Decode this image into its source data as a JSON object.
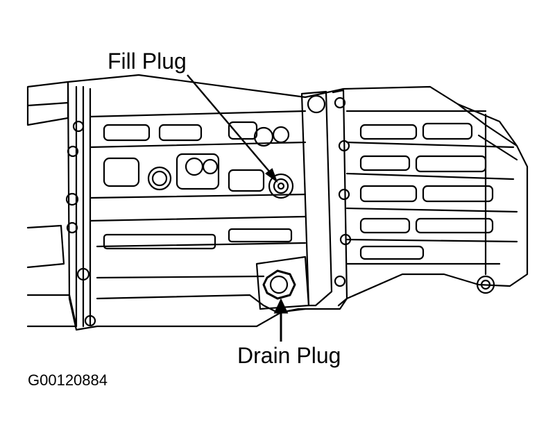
{
  "labels": {
    "fill_plug": "Fill Plug",
    "drain_plug": "Drain Plug"
  },
  "figure_id": "G00120884",
  "colors": {
    "line": "#000000",
    "background": "#ffffff"
  }
}
